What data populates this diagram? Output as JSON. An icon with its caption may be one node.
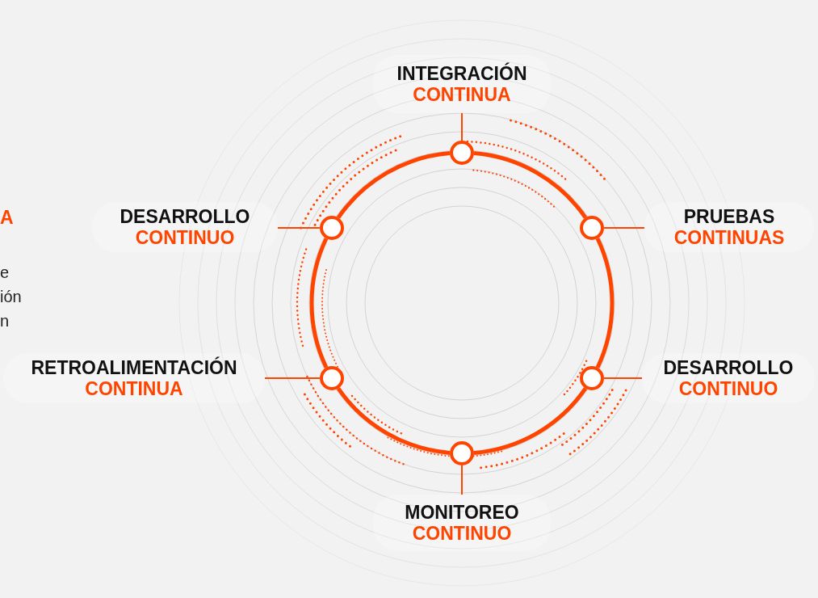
{
  "diagram": {
    "nodes": [
      {
        "text": [
          "INTEGRACIÓN",
          "CONTINUA"
        ]
      },
      {
        "text": [
          "DESARROLLO",
          "CONTINUO"
        ]
      },
      {
        "text": [
          "PRUEBAS",
          "CONTINUAS"
        ]
      },
      {
        "text": [
          "RETROALIMENTACIÓN",
          "CONTINUA"
        ]
      },
      {
        "text": [
          "DESARROLLO",
          "CONTINUO"
        ]
      },
      {
        "text": [
          "MONITOREO",
          "CONTINUO"
        ]
      },
      {
        "text": [],
        "shape": "circle"
      },
      {
        "text": [],
        "shape": "circle"
      },
      {
        "text": [],
        "shape": "circle"
      },
      {
        "text": [],
        "shape": "circle"
      },
      {
        "text": [],
        "shape": "circle"
      },
      {
        "text": [],
        "shape": "circle"
      }
    ],
    "edges": [
      {
        "from": 0,
        "to": 6,
        "arrow": "none"
      },
      {
        "from": 1,
        "to": 7,
        "arrow": "none"
      },
      {
        "from": 2,
        "to": 8,
        "arrow": "none"
      },
      {
        "from": 3,
        "to": 9,
        "arrow": "none"
      },
      {
        "from": 4,
        "to": 10,
        "arrow": "none"
      },
      {
        "from": 5,
        "to": 11,
        "arrow": "none"
      },
      {
        "from": 6,
        "to": 8,
        "arrow": "none",
        "style": "thick"
      },
      {
        "from": 8,
        "to": 10,
        "arrow": "none",
        "style": "thick"
      },
      {
        "from": 10,
        "to": 11,
        "arrow": "none",
        "style": "thick"
      },
      {
        "from": 11,
        "to": 9,
        "arrow": "none",
        "style": "thick"
      },
      {
        "from": 9,
        "to": 7,
        "arrow": "none",
        "style": "thick"
      },
      {
        "from": 7,
        "to": 6,
        "arrow": "none",
        "style": "thick"
      }
    ],
    "labels": [
      "A",
      "e",
      "ión",
      "n"
    ]
  }
}
